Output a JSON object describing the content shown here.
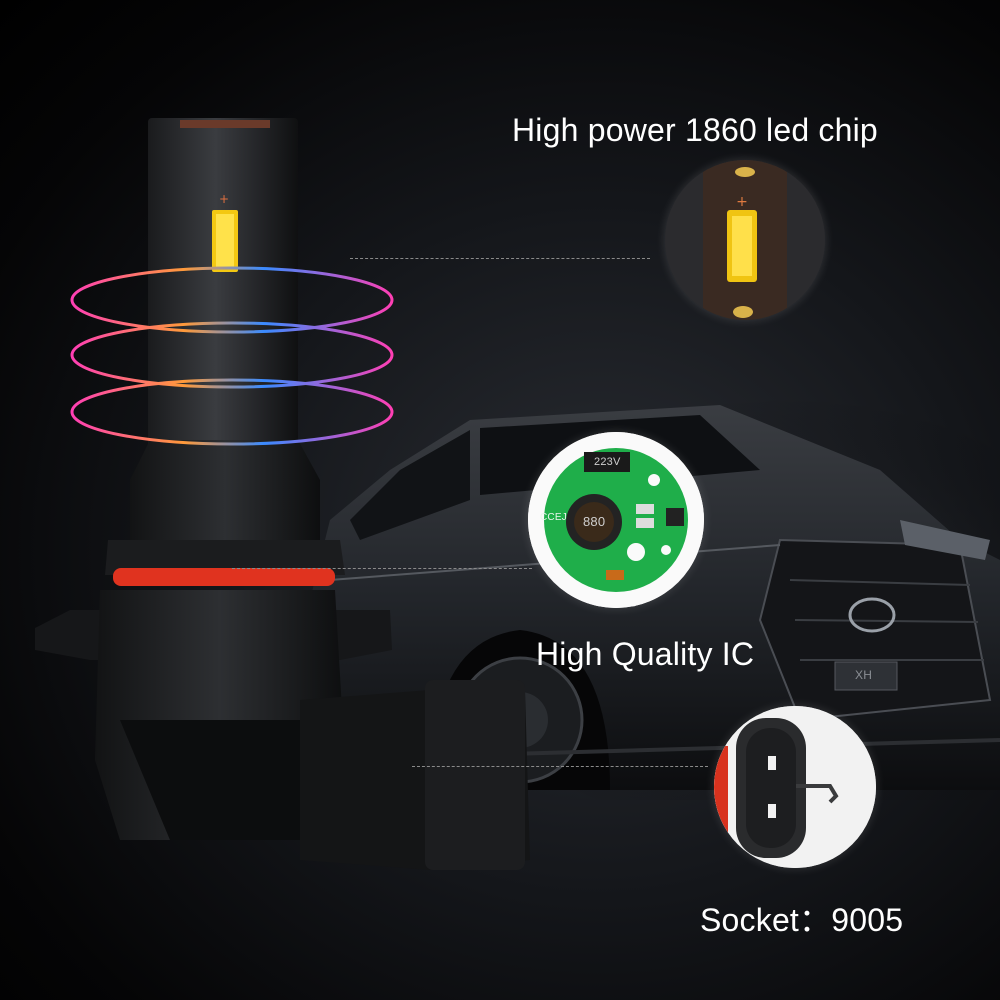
{
  "callouts": {
    "chip": {
      "label": "High power 1860 led chip"
    },
    "ic": {
      "label": "High Quality IC",
      "chip_marking": "223V",
      "inductor_marking": "880",
      "board_code": "CCEJ"
    },
    "socket": {
      "label": "Socket：9005"
    }
  },
  "car": {
    "plate_text": "XH"
  },
  "colors": {
    "ring_pink": "#ff3fb4",
    "ring_blue": "#3a8bff",
    "ring_orange": "#ff9a3a",
    "led_yellow": "#ffd21a",
    "seal_red": "#e0331f",
    "pcb_green": "#1fae4a"
  },
  "icons": [
    "led-bulb",
    "led-chip",
    "ic-board",
    "socket-connector",
    "car-silhouette"
  ]
}
